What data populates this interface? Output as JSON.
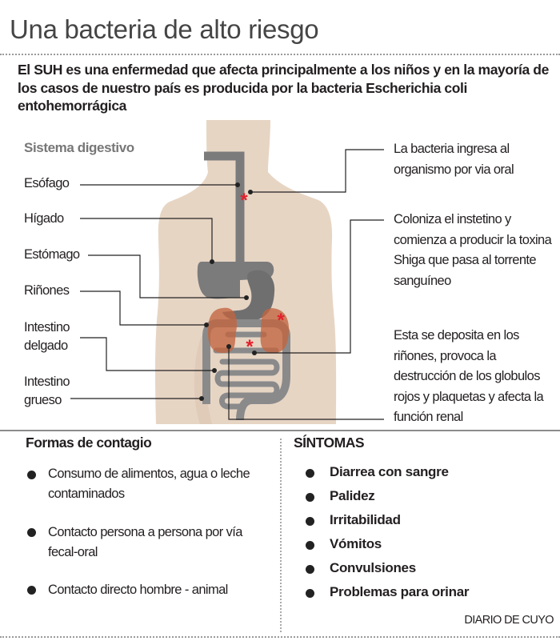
{
  "title": "Una bacteria de alto riesgo",
  "intro": "El SUH es una enfermedad que afecta principalmente a los niños y en la mayoría de los casos de nuestro país es producida por la bacteria Escherichia coli entohemorrágica",
  "diagram": {
    "heading": "Sistema digestivo",
    "organs": [
      {
        "lines": [
          "Esófago"
        ]
      },
      {
        "lines": [
          "Hígado"
        ]
      },
      {
        "lines": [
          "Estómago"
        ]
      },
      {
        "lines": [
          "Riñones"
        ]
      },
      {
        "lines": [
          "Intestino",
          "delgado"
        ]
      },
      {
        "lines": [
          "Intestino",
          "grueso"
        ]
      }
    ],
    "steps": [
      {
        "text": "La bacteria ingresa al organismo por via oral"
      },
      {
        "text": "Coloniza el instetino y comienza a producir la toxina Shiga que pasa al torrente sanguíneo"
      },
      {
        "text": "Esta se deposita en los riñones, provoca la destrucción de los globulos rojos y plaquetas y afecta la función renal"
      }
    ],
    "colors": {
      "body": "#e7d5c4",
      "organ": "#7b7b7c",
      "kidney": "#c3653f",
      "marker": "#e3202c"
    }
  },
  "contagio": {
    "heading": "Formas de contagio",
    "items": [
      "Consumo de alimentos, agua o leche contaminados",
      "Contacto persona a persona por vía fecal-oral",
      "Contacto directo hombre - animal"
    ]
  },
  "sintomas": {
    "heading": "SÍNTOMAS",
    "items": [
      "Diarrea con sangre",
      "Palidez",
      "Irritabilidad",
      "Vómitos",
      "Convulsiones",
      "Problemas para orinar"
    ]
  },
  "credit": "DIARIO DE CUYO"
}
